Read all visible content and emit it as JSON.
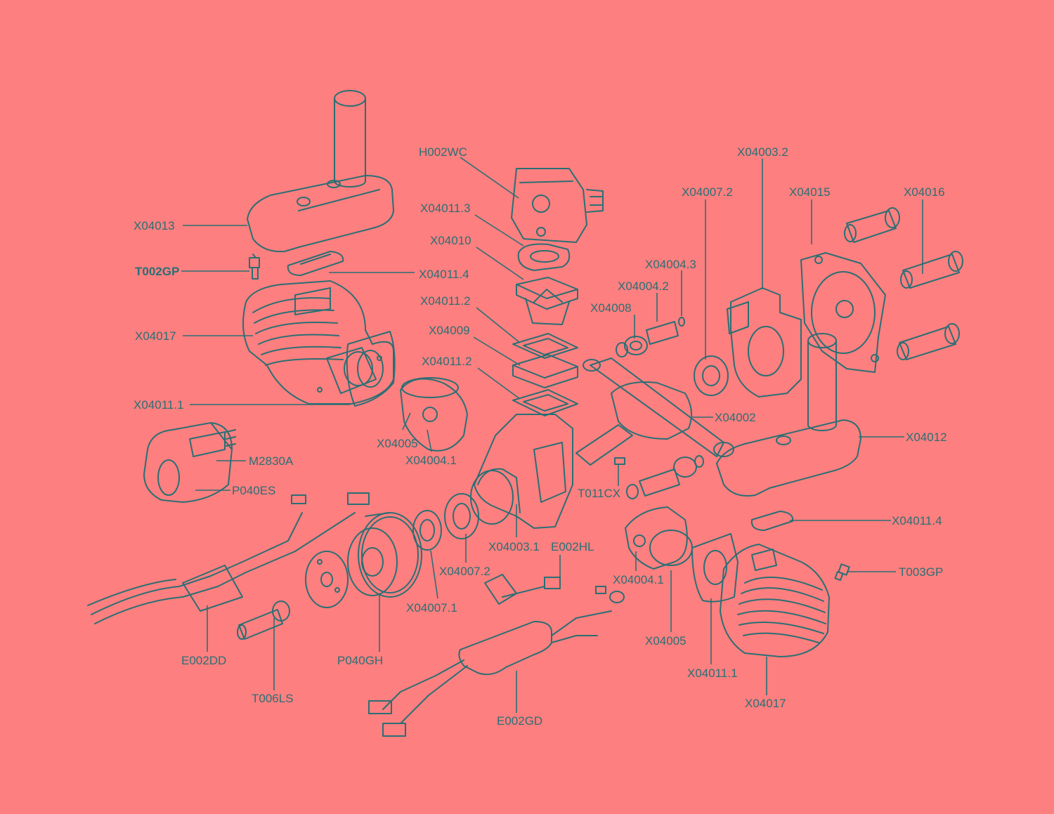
{
  "colors": {
    "background": "#fe7f7f",
    "ink": "#2a6f75"
  },
  "labels": {
    "H002WC": "H002WC",
    "X04003_2": "X04003.2",
    "X04007_2_top": "X04007.2",
    "X04015": "X04015",
    "X04016": "X04016",
    "X04013": "X04013",
    "X04011_3": "X04011.3",
    "X04010": "X04010",
    "X04004_3": "X04004.3",
    "T002GP": "T002GP",
    "X04011_4_top": "X04011.4",
    "X04004_2": "X04004.2",
    "X04008": "X04008",
    "X04011_2_a": "X04011.2",
    "X04017_left": "X04017",
    "X04009": "X04009",
    "X04011_2_b": "X04011.2",
    "X04011_1_left": "X04011.1",
    "X04002": "X04002",
    "X04012": "X04012",
    "X04005_left": "X04005",
    "X04004_1_left": "X04004.1",
    "M2830A": "M2830A",
    "P040ES": "P040ES",
    "T011CX": "T011CX",
    "X04011_4_right": "X04011.4",
    "X04003_1": "X04003.1",
    "E002HL": "E002HL",
    "X04007_2_bottom": "X04007.2",
    "T003GP": "T003GP",
    "X04004_1_right": "X04004.1",
    "X04007_1": "X04007.1",
    "X04005_right": "X04005",
    "E002DD": "E002DD",
    "P040GH": "P040GH",
    "X04011_1_right": "X04011.1",
    "X04017_right": "X04017",
    "T006LS": "T006LS",
    "E002GD": "E002GD"
  }
}
